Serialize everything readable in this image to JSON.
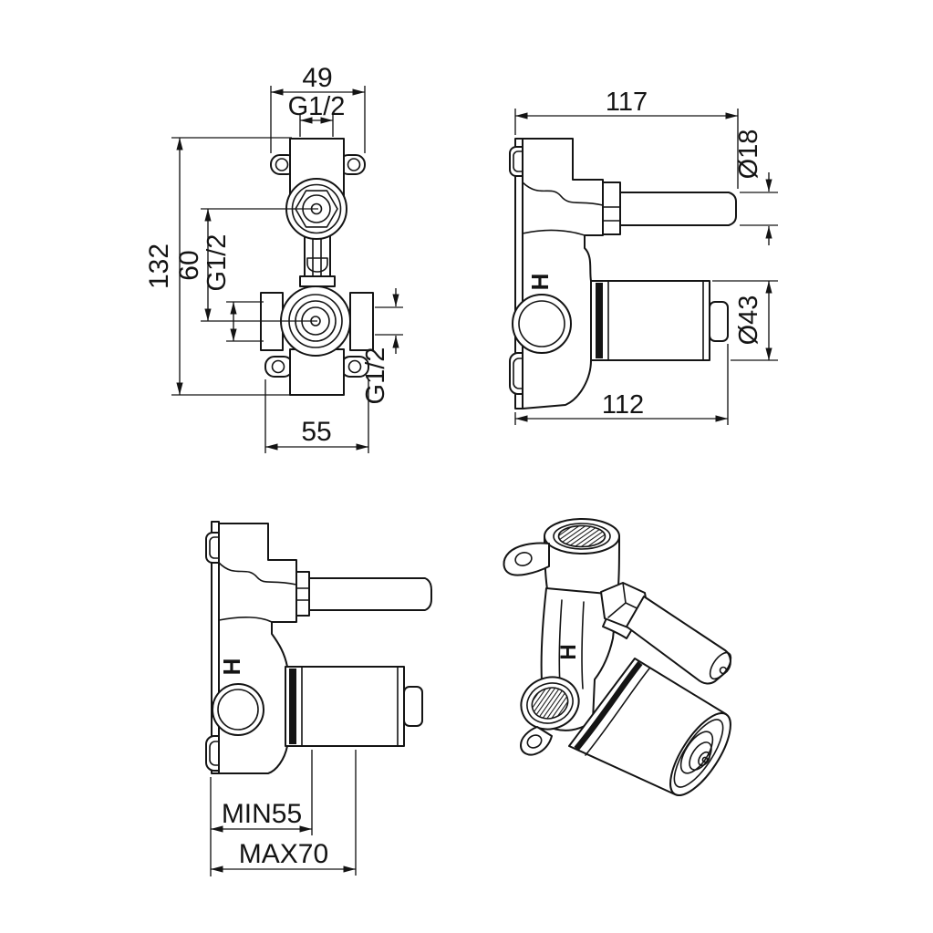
{
  "front_view": {
    "dim_width_top": "49",
    "dim_thread_top": "G1/2",
    "dim_height": "132",
    "dim_center_distance": "60",
    "dim_thread_left": "G1/2",
    "dim_thread_right": "G1/2",
    "dim_width_bottom": "55"
  },
  "side_view": {
    "dim_depth_overall": "117",
    "dim_spindle_diameter": "Ø18",
    "dim_cartridge_diameter": "Ø43",
    "dim_body_depth": "112",
    "hot_marking": "H"
  },
  "installation_view": {
    "dim_min_depth": "MIN55",
    "dim_max_depth": "MAX70",
    "hot_marking": "H"
  },
  "isometric_view": {
    "hot_marking": "H"
  },
  "colors": {
    "line": "#141414",
    "background": "#ffffff"
  }
}
